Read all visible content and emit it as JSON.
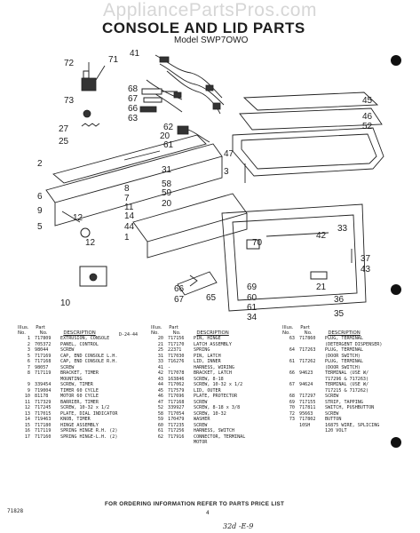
{
  "watermark": "AppliancePartsPros.com",
  "title": "CONSOLE AND LID PARTS",
  "model": "Model SWP7OWO",
  "art_tag": "D-24-44",
  "callouts": [
    "41",
    "71",
    "72",
    "73",
    "68",
    "67",
    "66",
    "63",
    "62",
    "20",
    "61",
    "27",
    "25",
    "45",
    "46",
    "52",
    "47",
    "3",
    "2",
    "31",
    "58",
    "8",
    "7",
    "59",
    "20",
    "6",
    "11",
    "14",
    "9",
    "12",
    "5",
    "44",
    "1",
    "12",
    "70",
    "42",
    "37",
    "43",
    "69",
    "65",
    "60",
    "61",
    "34",
    "36",
    "35",
    "10",
    "66",
    "67",
    "21",
    "33"
  ],
  "table": {
    "headers": {
      "illus": "Illus.",
      "no": "No.",
      "part": "Part",
      "desc": "DESCRIPTION"
    },
    "columns": [
      {
        "rows": [
          {
            "no": "1",
            "part": "717809",
            "desc": "EXTRUSION, CONSOLE"
          },
          {
            "no": "2",
            "part": "705372",
            "desc": "PANEL, CONTROL"
          },
          {
            "no": "3",
            "part": "98044",
            "desc": "SCREW"
          },
          {
            "no": "5",
            "part": "717169",
            "desc": "CAP, END CONSOLE L.H."
          },
          {
            "no": "6",
            "part": "717168",
            "desc": "CAP, END CONSOLE R.H."
          },
          {
            "no": "7",
            "part": "98057",
            "desc": "SCREW"
          },
          {
            "no": "8",
            "part": "717119",
            "desc": "BRACKET, TIMER"
          },
          {
            "no": "",
            "part": "",
            "desc": "MOUNTING"
          },
          {
            "no": "9",
            "part": "339454",
            "desc": "SCREW, TIMER"
          },
          {
            "no": "9",
            "part": "719004",
            "desc": "TIMER 60 CYCLE"
          },
          {
            "no": "10",
            "part": "81178",
            "desc": "MOTOR 60 CYCLE"
          },
          {
            "no": "11",
            "part": "717329",
            "desc": "BARRIER, TIMER"
          },
          {
            "no": "12",
            "part": "717245",
            "desc": "SCREW, 10-32 x 1/2"
          },
          {
            "no": "13",
            "part": "717015",
            "desc": "PLATE, DIAL INDICATOR"
          },
          {
            "no": "14",
            "part": "719463",
            "desc": "KNOB, TIMER"
          },
          {
            "no": "15",
            "part": "717180",
            "desc": "HINGE ASSEMBLY"
          },
          {
            "no": "16",
            "part": "717119",
            "desc": "SPRING HINGE R.H. (2)"
          },
          {
            "no": "17",
            "part": "717160",
            "desc": "SPRING HINGE-L.H. (2)"
          }
        ]
      },
      {
        "rows": [
          {
            "no": "20",
            "part": "717156",
            "desc": "PIN, HINGE"
          },
          {
            "no": "21",
            "part": "717170",
            "desc": "LATCH ASSEMBLY"
          },
          {
            "no": "25",
            "part": "22371",
            "desc": "SPRING"
          },
          {
            "no": "31",
            "part": "717030",
            "desc": "PIN, LATCH"
          },
          {
            "no": "33",
            "part": "716276",
            "desc": "LID, INNER"
          },
          {
            "no": "41",
            "part": "-",
            "desc": "HARNESS, WIRING"
          },
          {
            "no": "42",
            "part": "717078",
            "desc": "BRACKET, LATCH"
          },
          {
            "no": "43",
            "part": "163846",
            "desc": "SCREW, 8-18"
          },
          {
            "no": "44",
            "part": "717062",
            "desc": "SCREW, 10-32 x 1/2"
          },
          {
            "no": "45",
            "part": "717579",
            "desc": "LID, OUTER"
          },
          {
            "no": "46",
            "part": "717696",
            "desc": "PLATE, PROTECTOR"
          },
          {
            "no": "47",
            "part": "717168",
            "desc": "SCREW"
          },
          {
            "no": "52",
            "part": "339927",
            "desc": "SCREW, 8-18 x 3/8"
          },
          {
            "no": "58",
            "part": "717054",
            "desc": "SCREW, 10-32"
          },
          {
            "no": "59",
            "part": "170479",
            "desc": "WASHER"
          },
          {
            "no": "60",
            "part": "717235",
            "desc": "SCREW"
          },
          {
            "no": "61",
            "part": "717256",
            "desc": "HARNESS, SWITCH"
          },
          {
            "no": "62",
            "part": "717916",
            "desc": "CONNECTOR, TERMINAL"
          },
          {
            "no": "",
            "part": "",
            "desc": "MOTOR"
          }
        ]
      },
      {
        "rows": [
          {
            "no": "63",
            "part": "717860",
            "desc": "PLUG, TERMINAL"
          },
          {
            "no": "",
            "part": "",
            "desc": "(DETERGENT DISPENSER)"
          },
          {
            "no": "64",
            "part": "717263",
            "desc": "PLUG, TERMINAL"
          },
          {
            "no": "",
            "part": "",
            "desc": "(DOOR SWITCH)"
          },
          {
            "no": "61",
            "part": "717262",
            "desc": "PLUG, TERMINAL"
          },
          {
            "no": "",
            "part": "",
            "desc": "(DOOR SWITCH)"
          },
          {
            "no": "66",
            "part": "94623",
            "desc": "TERMINAL (USE W/"
          },
          {
            "no": "",
            "part": "",
            "desc": "717296 & 717263)"
          },
          {
            "no": "67",
            "part": "94624",
            "desc": "TERMINAL (USE W/"
          },
          {
            "no": "",
            "part": "",
            "desc": "717215 & 717262)"
          },
          {
            "no": "68",
            "part": "717297",
            "desc": "SCREW"
          },
          {
            "no": "69",
            "part": "717155",
            "desc": "STRIP, TAPPING"
          },
          {
            "no": "70",
            "part": "717811",
            "desc": "SWITCH, PUSHBUTTON"
          },
          {
            "no": "72",
            "part": "95663",
            "desc": "SCREW"
          },
          {
            "no": "73",
            "part": "717802",
            "desc": "BUTTON"
          },
          {
            "no": "",
            "part": "",
            "desc": ""
          },
          {
            "no": "",
            "part": "",
            "desc": ""
          },
          {
            "no": "",
            "part": "10SH",
            "desc": "16875 WIRE, SPLICING"
          },
          {
            "no": "",
            "part": "",
            "desc": "120 VOLT"
          }
        ]
      }
    ]
  },
  "footer": "FOR ORDERING INFORMATION REFER TO PARTS PRICE LIST",
  "page_code": "71828",
  "page_number": "4",
  "handwritten": "32d -E-9"
}
